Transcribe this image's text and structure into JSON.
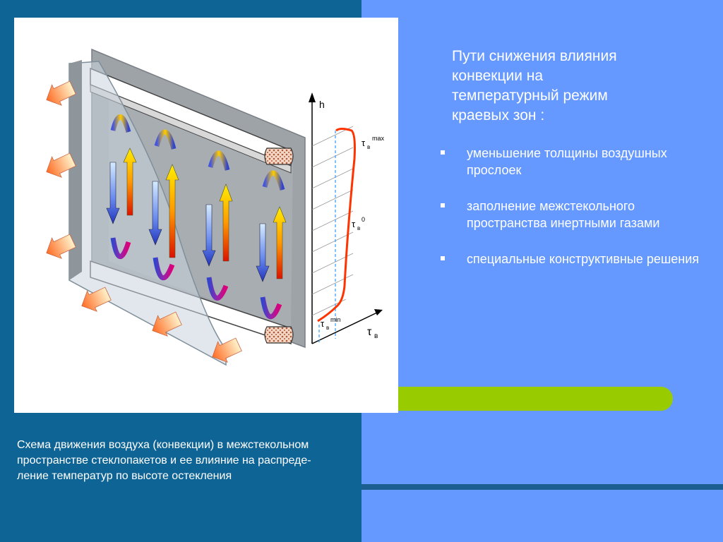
{
  "heading": "Пути снижения влияния\nконвекции на\nтемпературный режим\nкраевых зон :",
  "bullets": [
    "уменьшение толщины воздушных прослоек",
    "заполнение межстекольного пространства инертными газами",
    "специальные конструктивные решения"
  ],
  "caption": "Схема движения воздуха (конвекции) в межстекольном\nпространстве стеклопакетов и ее влияние на распреде-\nление температур по высоте остекления",
  "diagram": {
    "axis_y_label": "h",
    "axis_x_symbol": "τ",
    "axis_x_sub": "в",
    "tau_max_symbol": "τ",
    "tau_max_sub": "в",
    "tau_max_sup": "max",
    "tau_0_symbol": "τ",
    "tau_0_sub": "в",
    "tau_0_sup": "0",
    "tau_min_symbol": "τ",
    "tau_min_sub": "в",
    "tau_min_sup": "min"
  },
  "colors": {
    "left_background": "#0f6496",
    "right_background": "#6699ff",
    "accent_green": "#99cc00",
    "profile_curve": "#ff3300"
  }
}
